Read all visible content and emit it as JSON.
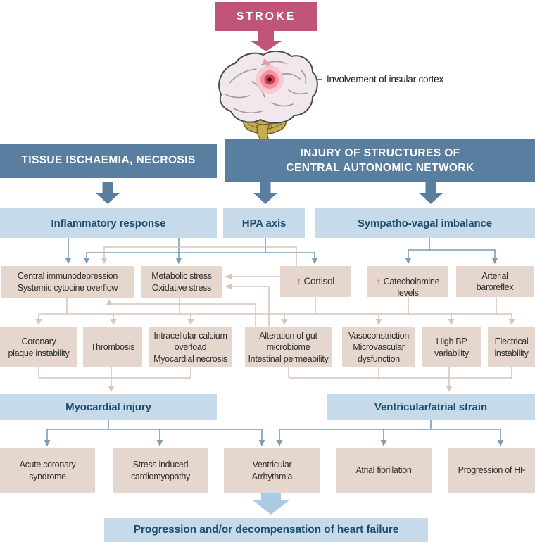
{
  "diagram": {
    "title_box": "STROKE",
    "brain_annotation": "Involvement of insular cortex",
    "headers": {
      "tissue": "TISSUE ISCHAEMIA, NECROSIS",
      "injury": "INJURY OF STRUCTURES OF\nCENTRAL AUTONOMIC NETWORK"
    },
    "pathways": {
      "inflammatory": "Inflammatory response",
      "hpa": "HPA axis",
      "sympatho": "Sympatho-vagal imbalance"
    },
    "mediators": {
      "immuno": "Central immunodepression\nSystemic cytocine overflow",
      "metabolic": "Metabolic stress\nOxidative stress",
      "cortisol": {
        "prefix": "↑",
        "label": "Cortisol"
      },
      "catecholamine": {
        "prefix": "↑",
        "label": "Catecholamine\nlevels"
      },
      "baroreflex": "Arterial\nbaroreflex"
    },
    "mechanisms": {
      "coronary": "Coronary\nplaque instability",
      "thrombosis": "Thrombosis",
      "calcium": "Intracellular calcium\noverload\nMyocardial necrosis",
      "gut": "Alteration of gut\nmicrobiome\nIntestinal permeability",
      "vaso": "Vasoconstriction\nMicrovascular\ndysfunction",
      "bp": "High BP\nvariability",
      "electrical": "Electrical\ninstability"
    },
    "outcomes": {
      "myocardial": "Myocardial injury",
      "strain": "Ventricular/atrial strain"
    },
    "manifestations": {
      "acs": "Acute coronary\nsyndrome",
      "cardiomyopathy": "Stress induced\ncardiomyopathy",
      "arrhythmia": "Ventricular\nArrhythmia",
      "afib": "Atrial fibrillation",
      "hf": "Progression of HF"
    },
    "final": "Progression and/or decompensation of heart failure",
    "colors": {
      "stroke_pink": "#c05577",
      "header_blue": "#5a7e9f",
      "panel_light_blue": "#c7daea",
      "node_tan": "#e5d7ce",
      "arrow_blue": "#7b9cb4",
      "arrow_tan": "#d9c4b8",
      "text_dark_blue": "#1d4e6e",
      "big_arrow_light_blue": "#a9cce4",
      "lesion_red": "#da3a4e"
    },
    "edges": [
      {
        "from": [
          "stroke"
        ],
        "to": [
          "insular-cortex"
        ]
      },
      {
        "from": [
          "tissue-ischaemia-necrosis"
        ],
        "to": [
          "inflammatory-response"
        ]
      },
      {
        "from": [
          "central-autonomic-network-injury"
        ],
        "to": [
          "hpa-axis",
          "sympatho-vagal-imbalance"
        ]
      },
      {
        "from": [
          "inflammatory-response"
        ],
        "to": [
          "central-immunodepression",
          "metabolic-oxidative-stress"
        ]
      },
      {
        "from": [
          "hpa-axis"
        ],
        "to": [
          "central-immunodepression",
          "cortisol"
        ]
      },
      {
        "from": [
          "sympatho-vagal-imbalance"
        ],
        "to": [
          "catecholamine-levels",
          "arterial-baroreflex"
        ]
      },
      {
        "from": [
          "cortisol"
        ],
        "to": [
          "central-immunodepression",
          "metabolic-oxidative-stress"
        ]
      },
      {
        "from": [
          "gut-microbiome-alteration"
        ],
        "to": [
          "central-immunodepression",
          "metabolic-oxidative-stress"
        ]
      },
      {
        "from": [
          "central-immunodepression",
          "metabolic-oxidative-stress",
          "cortisol",
          "catecholamine-levels",
          "arterial-baroreflex"
        ],
        "to": [
          "coronary-plaque-instability",
          "thrombosis",
          "intracellular-calcium-overload",
          "gut-microbiome-alteration",
          "vasoconstriction-microvascular-dysfunction",
          "high-bp-variability",
          "electrical-instability"
        ],
        "via": "shared-bus"
      },
      {
        "from": [
          "coronary-plaque-instability",
          "thrombosis",
          "intracellular-calcium-overload"
        ],
        "to": [
          "myocardial-injury"
        ]
      },
      {
        "from": [
          "gut-microbiome-alteration",
          "vasoconstriction-microvascular-dysfunction",
          "high-bp-variability",
          "electrical-instability"
        ],
        "to": [
          "ventricular-atrial-strain"
        ]
      },
      {
        "from": [
          "myocardial-injury"
        ],
        "to": [
          "acute-coronary-syndrome",
          "stress-induced-cardiomyopathy",
          "ventricular-arrhythmia"
        ]
      },
      {
        "from": [
          "ventricular-atrial-strain"
        ],
        "to": [
          "ventricular-arrhythmia",
          "atrial-fibrillation",
          "progression-of-hf"
        ]
      },
      {
        "from": [
          "all-manifestations"
        ],
        "to": [
          "progression-decompensation-heart-failure"
        ]
      }
    ]
  }
}
